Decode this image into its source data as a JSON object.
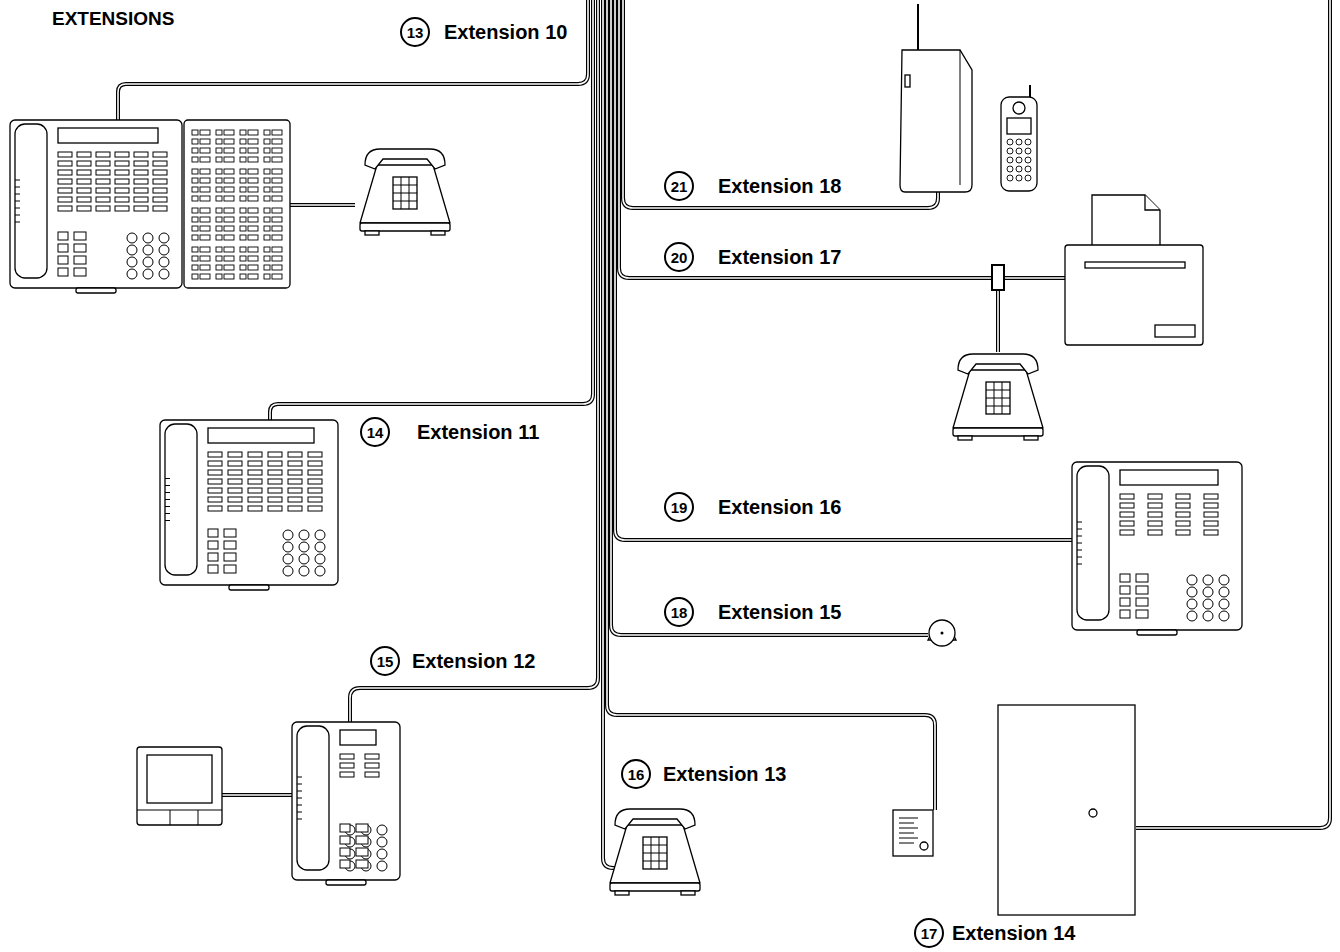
{
  "diagram": {
    "title": "EXTENSIONS",
    "nodes": [
      {
        "text": [
          "13",
          "Extension 10"
        ]
      },
      {
        "text": [
          "14",
          "Extension 11"
        ]
      },
      {
        "text": [
          "15",
          "Extension 12"
        ]
      },
      {
        "text": [
          "16",
          "Extension 13"
        ]
      },
      {
        "text": [
          "17",
          "Extension 14"
        ]
      },
      {
        "text": [
          "18",
          "Extension 15"
        ]
      },
      {
        "text": [
          "19",
          "Extension 16"
        ]
      },
      {
        "text": [
          "20",
          "Extension 17"
        ]
      },
      {
        "text": [
          "21",
          "Extension 18"
        ]
      }
    ]
  }
}
